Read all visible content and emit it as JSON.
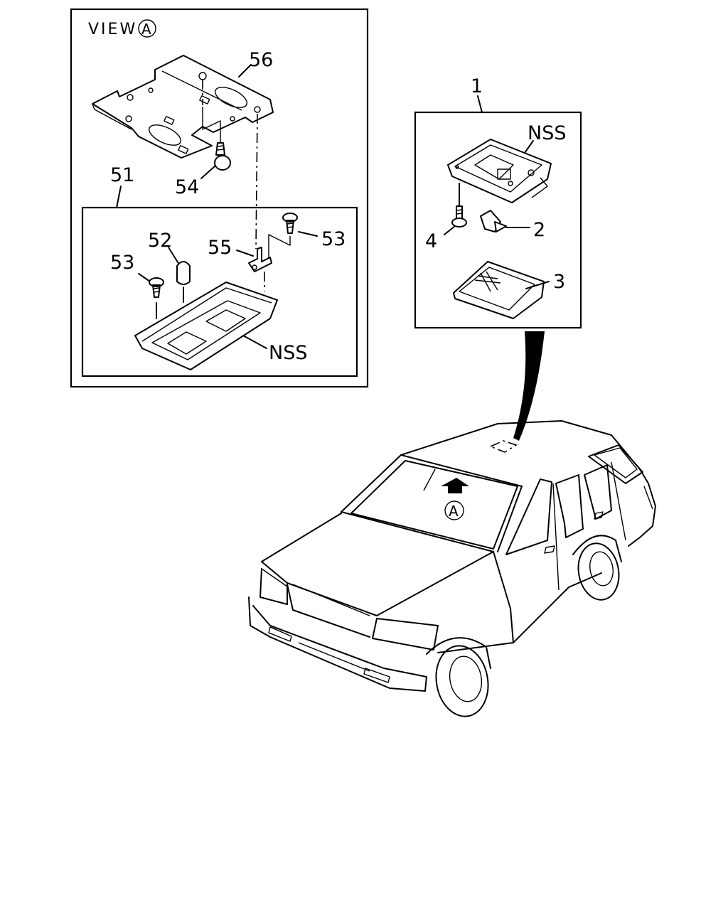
{
  "view_panel": {
    "title": "VIEW",
    "title_marker": "A",
    "callouts": {
      "roof_bracket": "56",
      "bracket_screw": "54",
      "lamp_assembly": "51",
      "bulb": "52",
      "screw_left": "53",
      "screw_right": "53",
      "clip": "55",
      "lens_note": "NSS"
    }
  },
  "detail_panel": {
    "callouts": {
      "assembly": "1",
      "housing_note": "NSS",
      "bulb": "2",
      "lens": "3",
      "screw": "4"
    }
  },
  "vehicle": {
    "view_marker": "A"
  }
}
